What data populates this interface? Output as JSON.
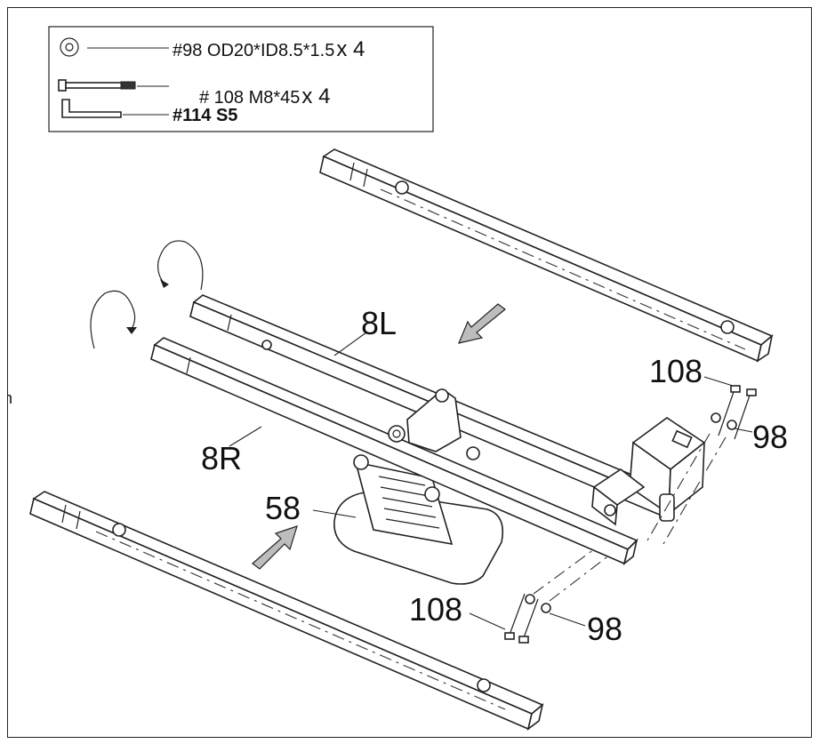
{
  "legend": {
    "items": [
      {
        "label": "#98 OD20*ID8.5*1.5",
        "qty": "x 4"
      },
      {
        "label": "# 108  M8*45",
        "qty": "x 4"
      },
      {
        "label": "#114 S5",
        "qty": ""
      }
    ]
  },
  "callouts": {
    "p8L": "8L",
    "p8R": "8R",
    "p58": "58",
    "p108_top": "108",
    "p98_top": "98",
    "p108_bottom": "108",
    "p98_bottom": "98"
  },
  "colors": {
    "line": "#222222",
    "arrow_fill": "#bdbdbd"
  }
}
